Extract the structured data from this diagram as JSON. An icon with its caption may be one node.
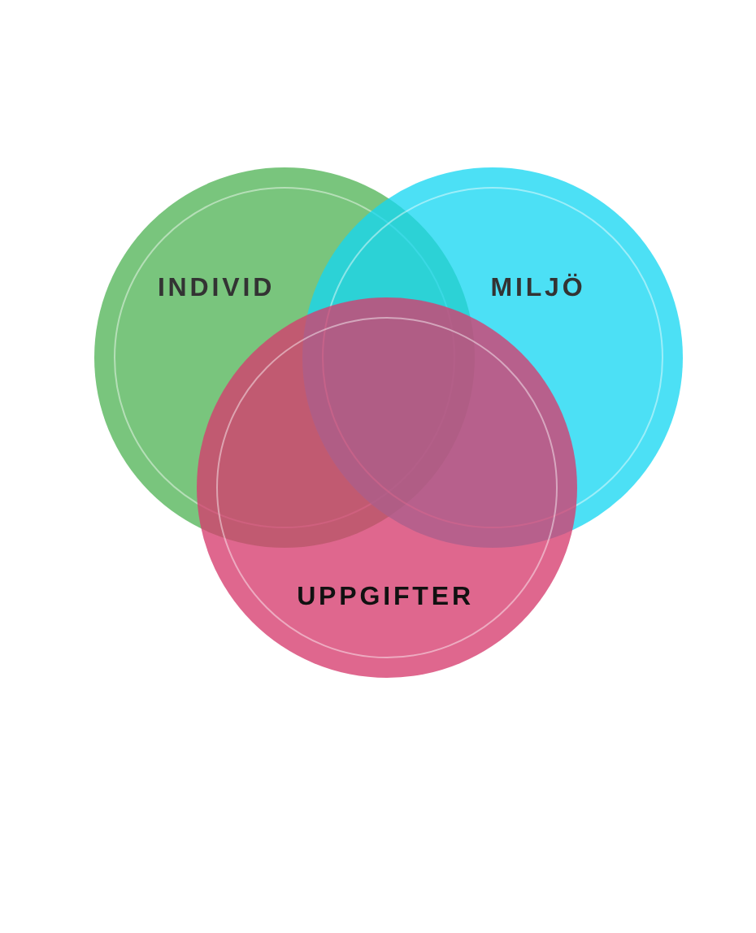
{
  "diagram": {
    "nodes": [
      {
        "text": [
          "INDIVID"
        ]
      },
      {
        "text": [
          "MILJÖ"
        ]
      },
      {
        "text": [
          "UPPGIFTER"
        ]
      }
    ]
  }
}
